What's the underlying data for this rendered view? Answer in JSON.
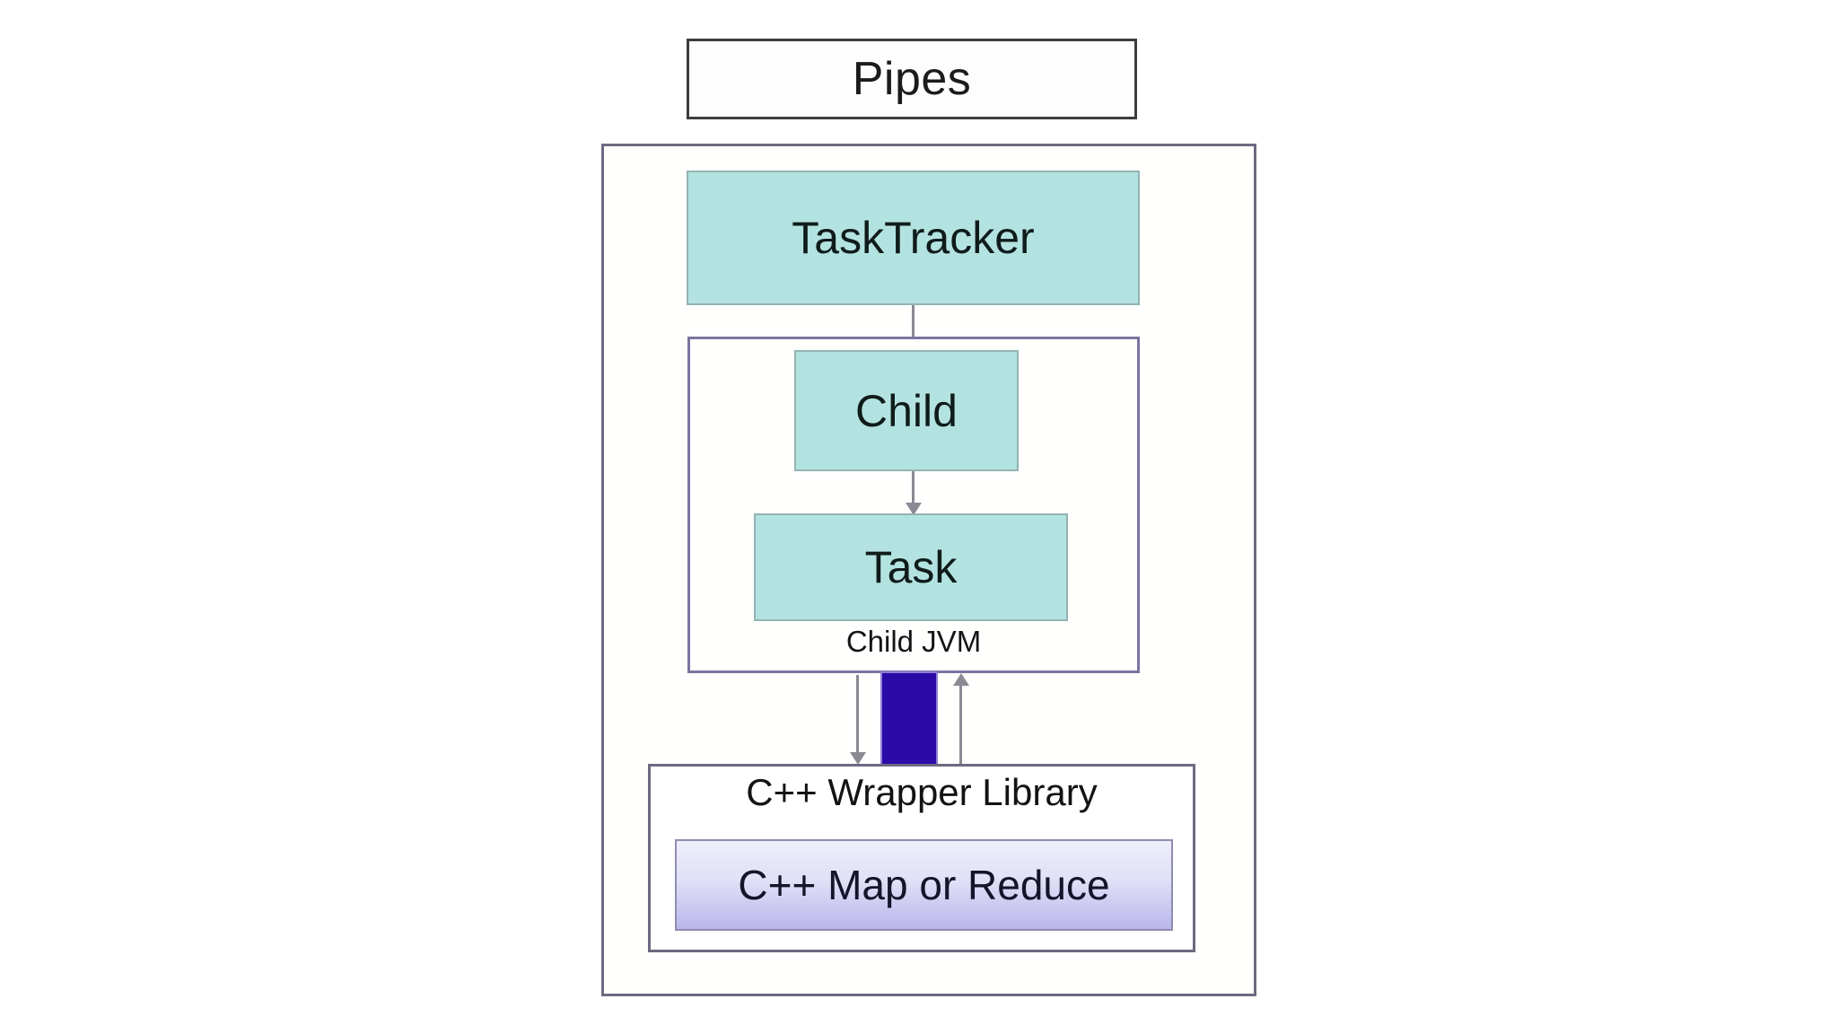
{
  "diagram": {
    "title": "Pipes",
    "nodes": {
      "tasktracker": "TaskTracker",
      "child": "Child",
      "task": "Task",
      "child_jvm": "Child JVM",
      "wrapper_library": "C++ Wrapper Library",
      "map_or_reduce": "C++ Map or Reduce"
    },
    "colors": {
      "teal_fill": "#b3e3e0",
      "teal_border": "#94b3b3",
      "pipe_fill": "#2b0ba8",
      "pipe_border": "#8f7fd4",
      "container_border": "#6d6a82",
      "jvm_border": "#7a76a0",
      "title_border": "#3d3d3d",
      "mapreduce_top": "#eeeefb",
      "mapreduce_bottom": "#b9b6ea",
      "arrow": "#8a8a95"
    },
    "arrows": {
      "tasktracker_to_child": "down-arrow",
      "child_to_task": "down-arrow",
      "jvm_to_wrapper": "down-arrow",
      "wrapper_to_jvm": "up-arrow"
    }
  }
}
